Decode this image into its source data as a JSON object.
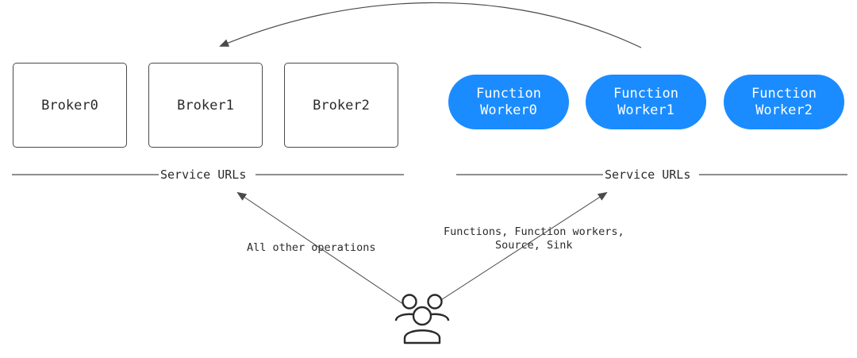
{
  "brokers": [
    {
      "label": "Broker0"
    },
    {
      "label": "Broker1"
    },
    {
      "label": "Broker2"
    }
  ],
  "function_workers": [
    {
      "line1": "Function",
      "line2": "Worker0"
    },
    {
      "line1": "Function",
      "line2": "Worker1"
    },
    {
      "line1": "Function",
      "line2": "Worker2"
    }
  ],
  "service_urls": {
    "left_label": "Service URLs",
    "right_label": "Service URLs"
  },
  "edges": {
    "left_label": "All other operations",
    "right_label_line1": "Functions, Function workers,",
    "right_label_line2": "Source, Sink"
  },
  "icons": {
    "users": "users-group-icon"
  },
  "colors": {
    "worker_fill": "#1a8cff",
    "line": "#4a4a4a"
  }
}
